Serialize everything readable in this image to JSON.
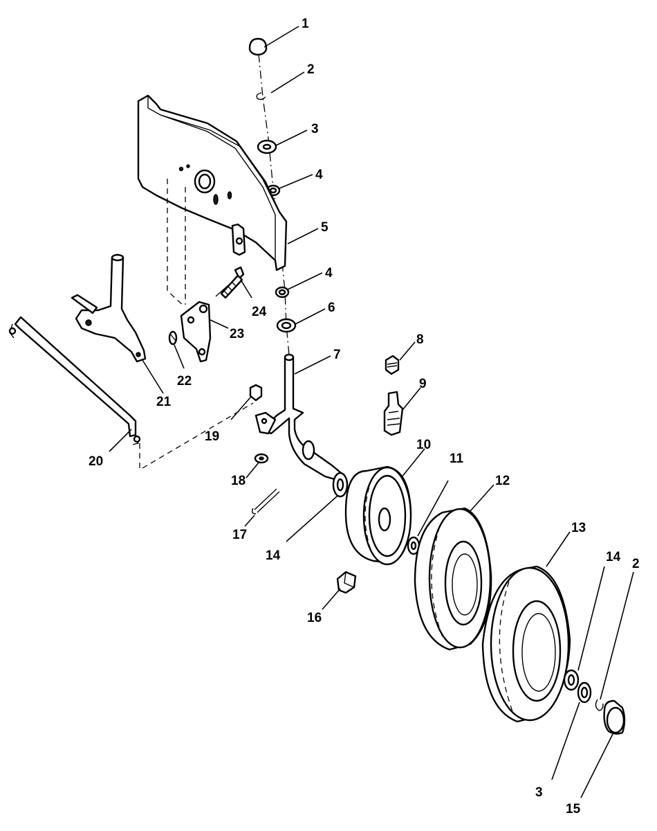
{
  "callouts": [
    "1",
    "2",
    "3",
    "4",
    "5",
    "4",
    "6",
    "7",
    "8",
    "9",
    "10",
    "11",
    "12",
    "13",
    "14",
    "2",
    "3",
    "15",
    "16",
    "14",
    "17",
    "18",
    "19",
    "20",
    "21",
    "22",
    "23",
    "24"
  ],
  "colors": {
    "line": "#000000",
    "background": "#ffffff"
  }
}
